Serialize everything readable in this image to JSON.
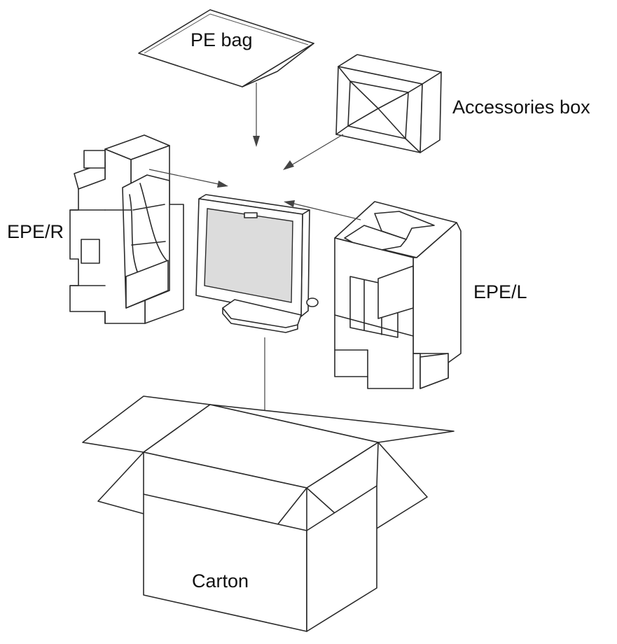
{
  "labels": {
    "pe_bag": "PE bag",
    "accessories_box": "Accessories box",
    "epe_r": "EPE/R",
    "epe_l": "EPE/L",
    "carton": "Carton"
  },
  "colors": {
    "line": "#2a2a2a",
    "arrow": "#444444",
    "screen": "#dcdcdc",
    "background": "#ffffff"
  }
}
